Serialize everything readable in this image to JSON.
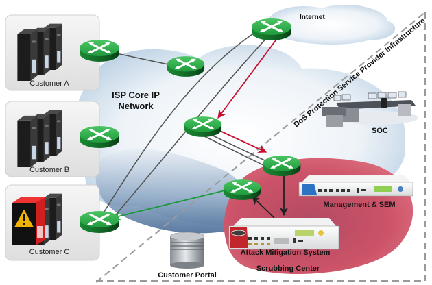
{
  "diagram": {
    "title": "DoS Protection Service Provider Infrastructure",
    "zones": {
      "isp_core": "ISP Core IP Network",
      "isp_core_line1": "ISP Core IP",
      "isp_core_line2": "Network",
      "internet": "Internet",
      "provider_boundary": "DoS Protection Service Provider Infrastructure",
      "scrubbing_center": "Scrubbing Center"
    },
    "customers": [
      {
        "label": "Customer A",
        "status": "normal"
      },
      {
        "label": "Customer B",
        "status": "normal"
      },
      {
        "label": "Customer C",
        "status": "under-attack"
      }
    ],
    "components": {
      "soc": "SOC",
      "management": "Management & SEM",
      "mitigation": "Attack Mitigation System",
      "portal": "Customer Portal"
    },
    "icons": {
      "router": "router-icon",
      "server": "server-rack-icon",
      "warning": "warning-icon",
      "soc": "operations-console-icon",
      "appliance": "network-appliance-icon",
      "database": "database-icon",
      "cloud": "cloud-icon"
    },
    "flows": [
      {
        "from": "internet-router",
        "to": "isp-core-router",
        "type": "attack-traffic",
        "color": "#c8102e"
      },
      {
        "from": "isp-core-router",
        "to": "scrubbing-router",
        "type": "diverted-traffic",
        "color": "#c8102e"
      },
      {
        "from": "scrubbing-router",
        "to": "attack-mitigation-system",
        "type": "inspection",
        "color": "#222222"
      },
      {
        "from": "attack-mitigation-system",
        "to": "clean-router",
        "type": "clean-return",
        "color": "#222222"
      },
      {
        "from": "clean-router",
        "to": "customer-c-router",
        "type": "clean-traffic",
        "color": "#1a9a3a"
      }
    ],
    "colors": {
      "router_green": "#1f9a3c",
      "attack_red": "#c8102e",
      "clean_green": "#1a9a3a",
      "scrubbing_fill": "#c94b5e",
      "boundary_gray": "#9a9a9a",
      "link_gray": "#555555"
    }
  }
}
